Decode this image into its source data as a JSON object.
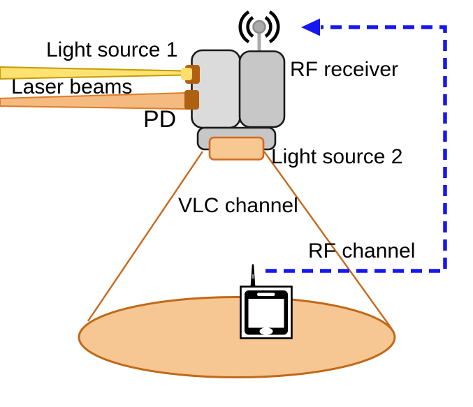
{
  "labels": {
    "light_source_1": "Light source 1",
    "laser_beams": "Laser beams",
    "pd": "PD",
    "rf_receiver": "RF receiver",
    "light_source_2": "Light source 2",
    "vlc_channel": "VLC channel",
    "rf_channel": "RF channel"
  },
  "icons": {
    "rf_antenna": "rf-antenna-icon",
    "smartphone": "smartphone-icon"
  },
  "colors": {
    "beam_yellow_fill": "#FFE272",
    "beam_yellow_stroke": "#C49B02",
    "laser_spot_yellow": "#FFDE6E",
    "beam_orange_fill": "#F5BA80",
    "beam_orange_stroke": "#DD7C2A",
    "pd_brown": "#B06110",
    "device_gray_light": "#DBDBDB",
    "device_gray": "#C7C7C7",
    "device_outline": "#1A1A1A",
    "light_source2_fill": "#F7C891",
    "light_source2_stroke": "#D2691E",
    "cone_orange": "#C8681A",
    "light_pool_fill": "#F6C693",
    "light_pool_stroke": "#C06A18",
    "rf_blue": "#1717F0",
    "antenna_gray": "#ABABAB",
    "antenna_gray_dark": "#8A8A8A",
    "black": "#000000",
    "white": "#FFFFFF"
  }
}
